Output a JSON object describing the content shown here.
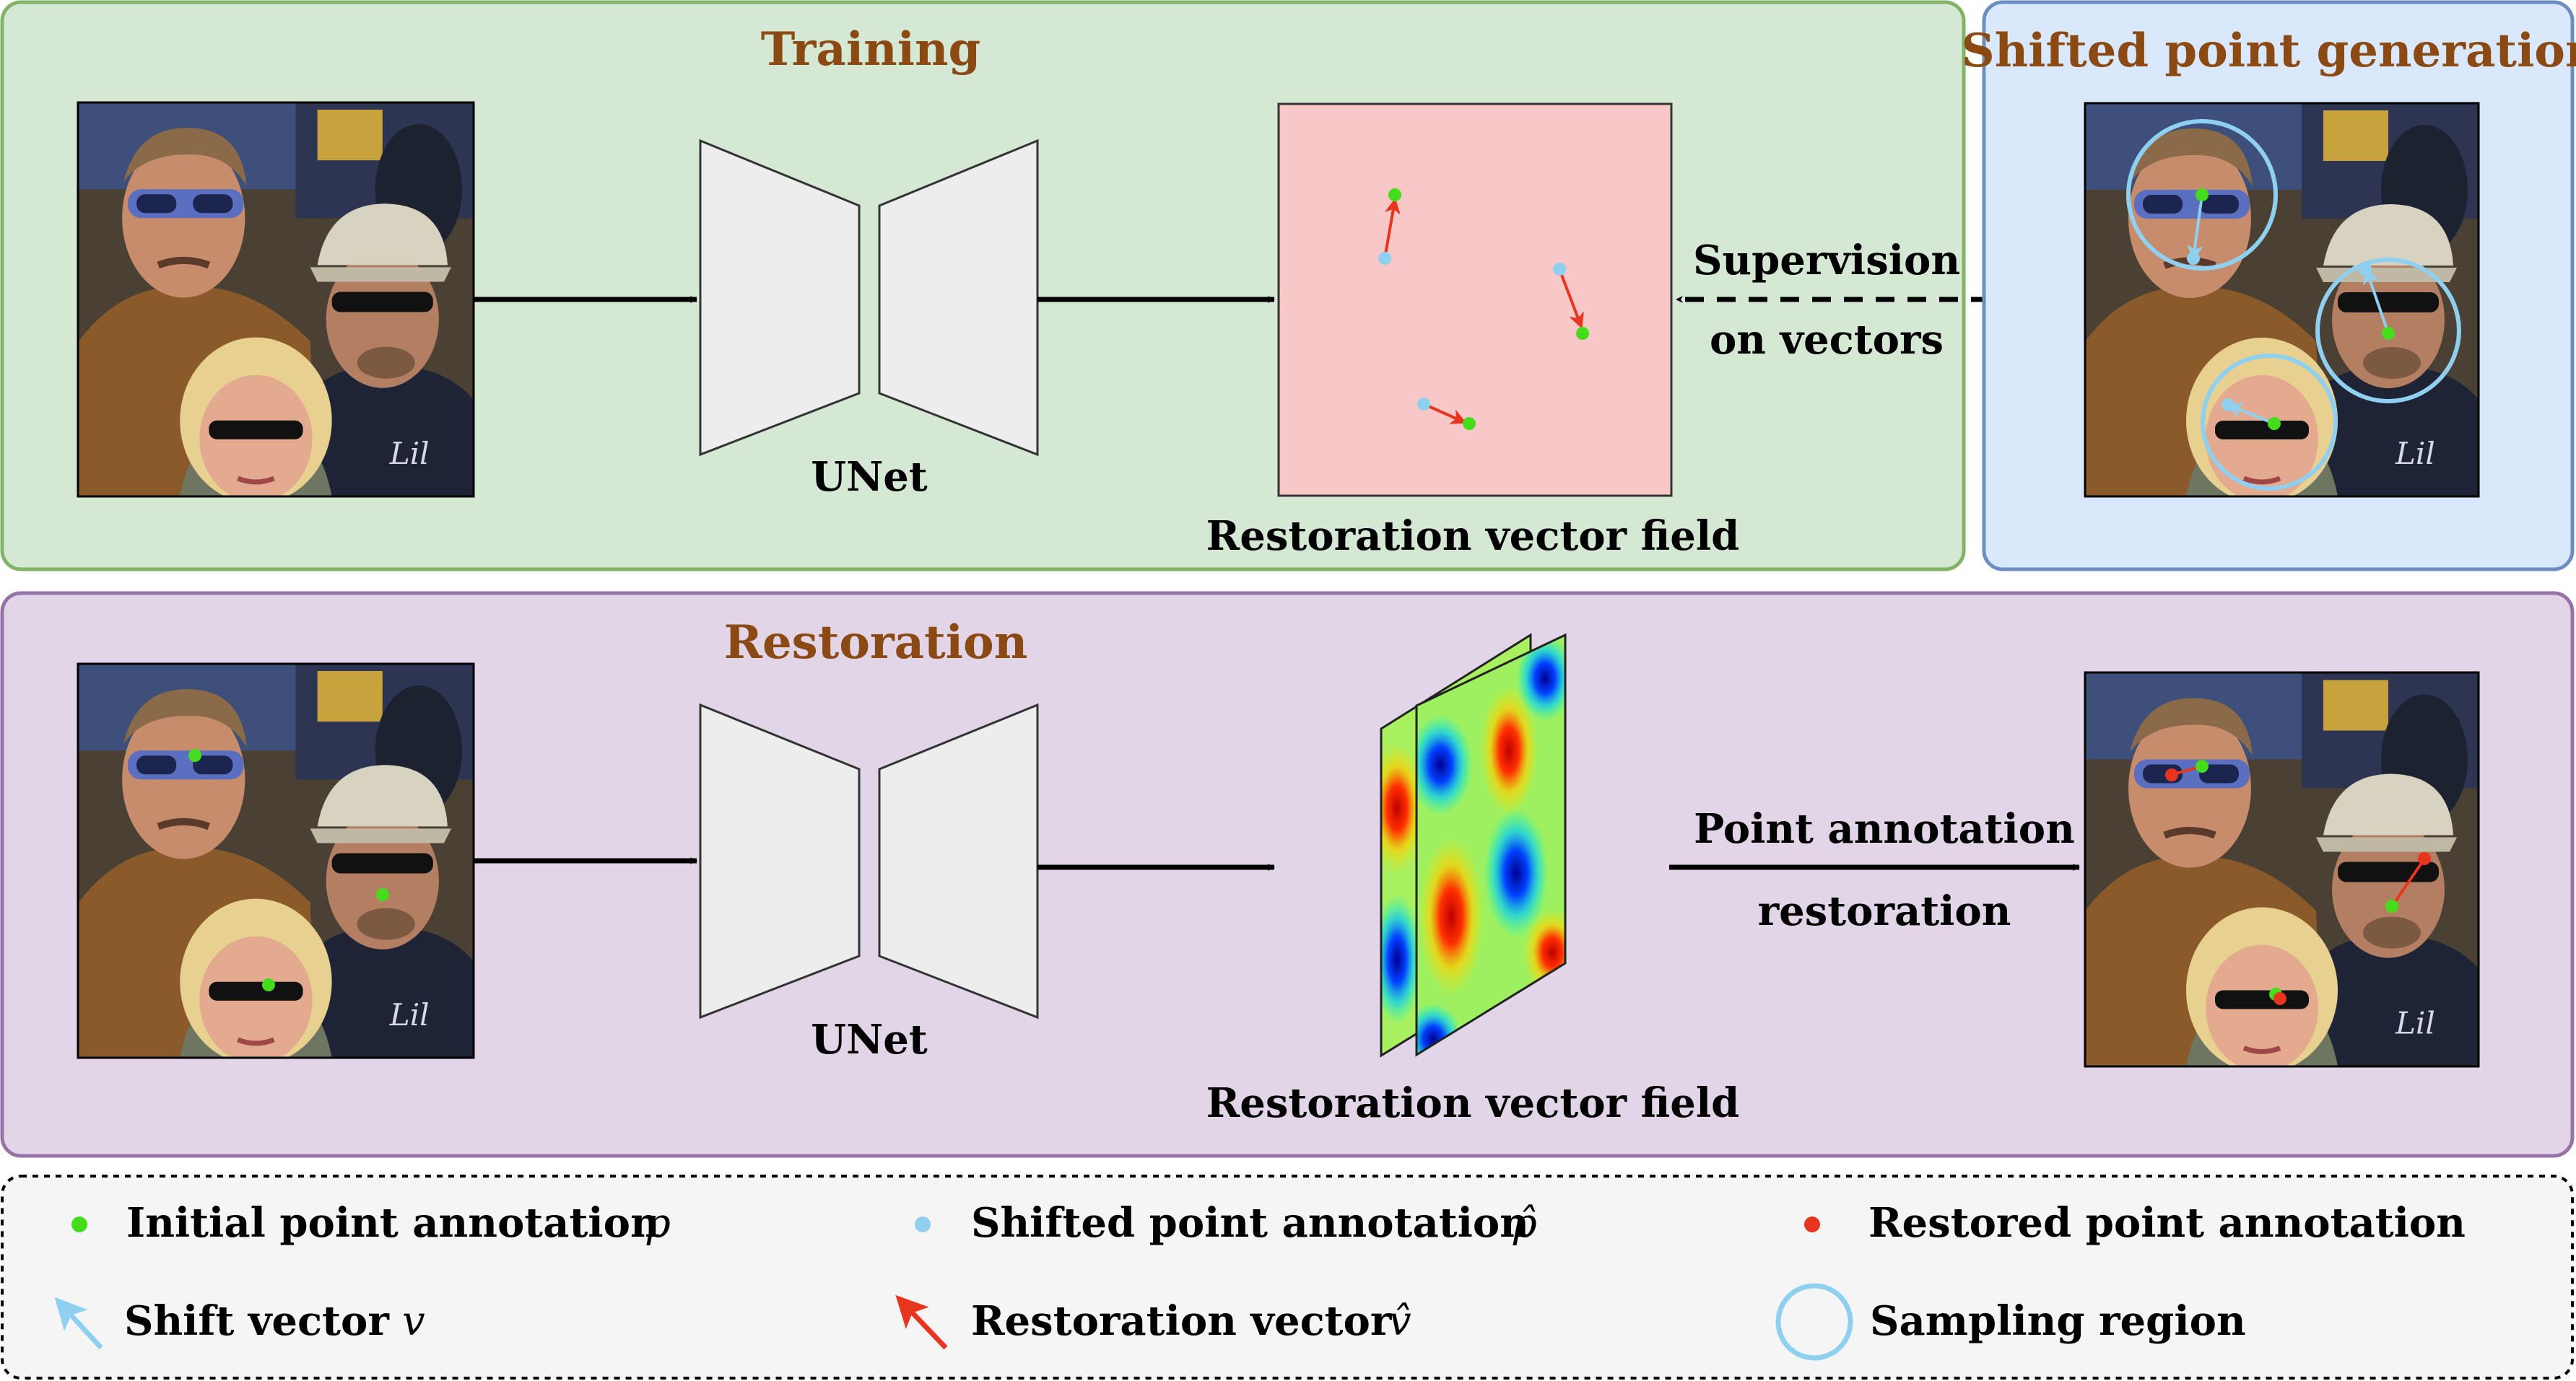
{
  "colors": {
    "training_bg": "#d5e8d4",
    "training_border": "#82b366",
    "shift_bg": "#dae8fc",
    "shift_border": "#6c8ebf",
    "restoration_bg": "#e1d5e7",
    "restoration_border": "#9673a6",
    "legend_bg": "#f5f5f5",
    "title_color": "#8b4a14",
    "initial_point": "#44dd1c",
    "shifted_point": "#8fd0f0",
    "restored_point": "#e8351f",
    "shift_vector": "#8fd0f0",
    "restoration_vector": "#e8351f",
    "vector_field_bg": "#f8c8c8"
  },
  "training": {
    "title": "Training",
    "unet_label": "UNet",
    "field_label": "Restoration vector field",
    "supervision_label_1": "Supervision",
    "supervision_label_2": "on vectors"
  },
  "shift": {
    "title": "Shifted point generation"
  },
  "restoration": {
    "title": "Restoration",
    "unet_label": "UNet",
    "field_label": "Restoration vector field",
    "arrow_label_1": "Point annotation",
    "arrow_label_2": "restoration"
  },
  "legend": {
    "initial": {
      "text": "Initial point annotation",
      "symbol": "p"
    },
    "shifted": {
      "text": "Shifted point annotation",
      "symbol": "p̂"
    },
    "restored": {
      "text": "Restored point annotation"
    },
    "shift_vector": {
      "text": "Shift vector",
      "symbol": "v"
    },
    "restoration_vector": {
      "text": "Restoration vector",
      "symbol": "v̂"
    },
    "sampling": {
      "text": "Sampling region"
    }
  },
  "icons": {
    "crowd_photo": "crowd-photo-icon",
    "unet": "unet-icon",
    "vector_field": "vector-field-icon",
    "heatmap": "heatmap-icon"
  }
}
